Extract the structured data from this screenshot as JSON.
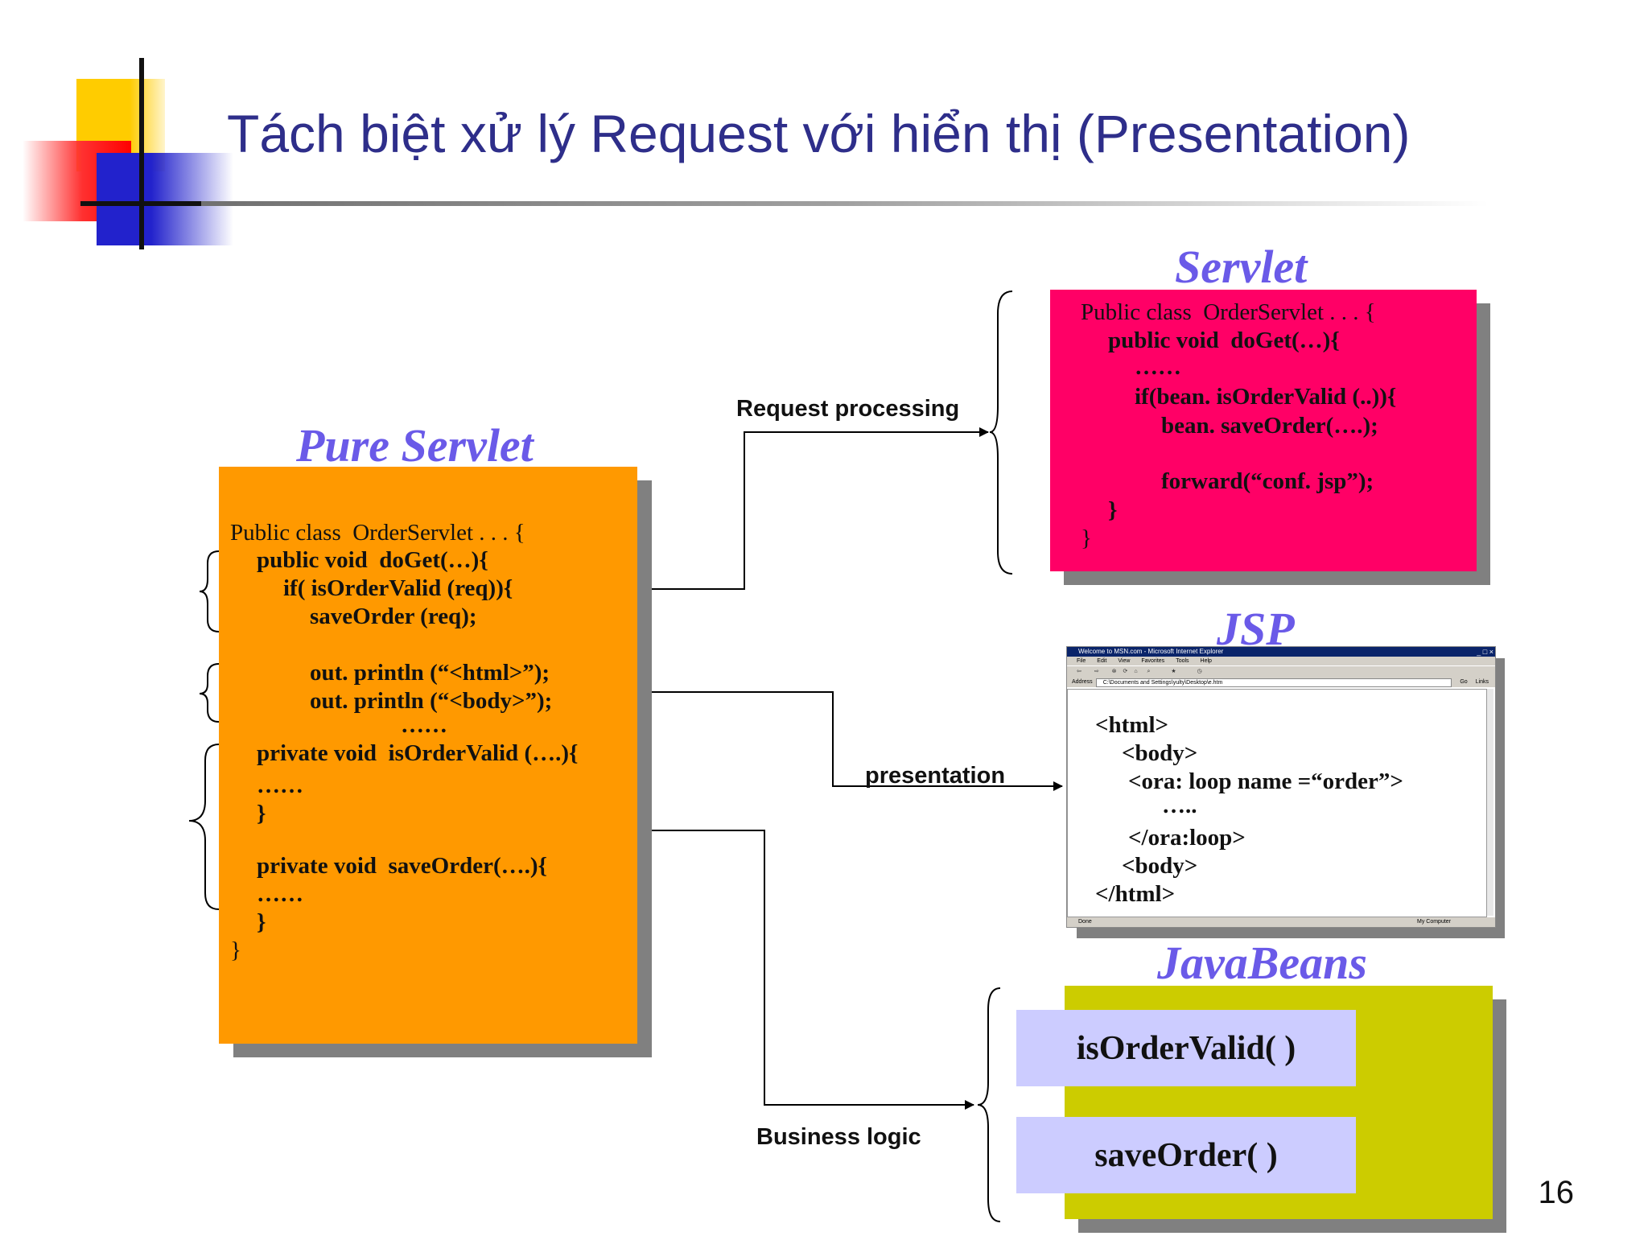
{
  "slide": {
    "title": "Tách biệt xử lý Request với hiển thị (Presentation)",
    "page_number": "16"
  },
  "pure_servlet": {
    "label": "Pure Servlet",
    "lines": [
      "Public class  OrderServlet . . . {",
      "public void  doGet(…){",
      "if( isOrderValid (req)){",
      "saveOrder (req);",
      "out. println (“<html>”);",
      "out. println (“<body>”);",
      "……",
      "private void  isOrderValid (….){",
      "……",
      "}",
      "private void  saveOrder(….){",
      "……",
      "}",
      "}"
    ]
  },
  "servlet": {
    "label": "Servlet",
    "lines": [
      "Public class  OrderServlet . . . {",
      "public void  doGet(…){",
      "……",
      "if(bean. isOrderValid (..)){",
      "bean. saveOrder(….);",
      "forward(“conf. jsp”);",
      "}",
      "}"
    ]
  },
  "jsp": {
    "label": "JSP",
    "browser_title": "Welcome to MSN.com - Microsoft Internet Explorer",
    "menu": [
      "File",
      "Edit",
      "View",
      "Favorites",
      "Tools",
      "Help"
    ],
    "address_label": "Address",
    "address_value": "C:\\Documents and Settings\\yulty\\Desktop\\e.htm",
    "go_label": "Go",
    "links_label": "Links",
    "status_left": "Done",
    "status_right": "My Computer",
    "lines": [
      "<html>",
      "<body>",
      "<ora: loop name =“order”>",
      "…..",
      "</ora:loop>",
      "<body>",
      "</html>"
    ]
  },
  "javabeans": {
    "label": "JavaBeans",
    "methods": [
      "isOrderValid( )",
      "saveOrder( )"
    ]
  },
  "arrows": {
    "request_processing": "Request processing",
    "presentation": "presentation",
    "business_logic": "Business logic"
  },
  "colors": {
    "pure_servlet_bg": "#ff9900",
    "servlet_bg": "#ff0066",
    "javabeans_bg": "#cccc00",
    "bean_method_bg": "#ccccff",
    "label_color": "#6a5ae8",
    "title_color": "#2e2e8a"
  }
}
